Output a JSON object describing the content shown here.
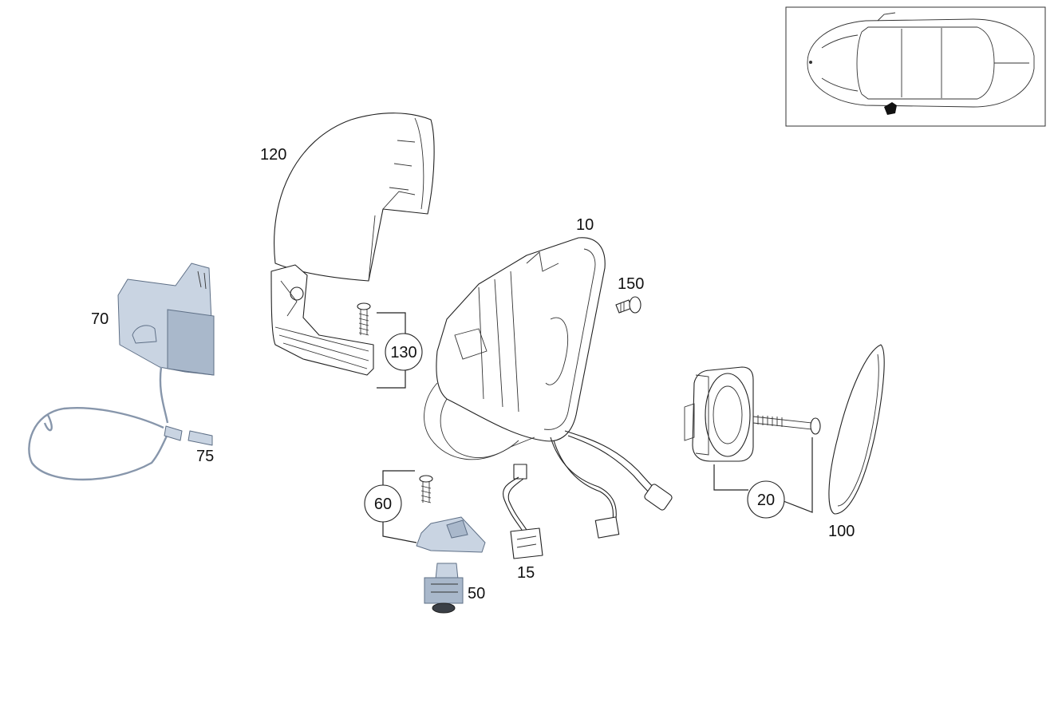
{
  "diagram": {
    "callouts": {
      "p10": "10",
      "p15": "15",
      "p20": "20",
      "p50": "50",
      "p60": "60",
      "p70": "70",
      "p75": "75",
      "p100": "100",
      "p120": "120",
      "p130": "130",
      "p150": "150"
    },
    "colors": {
      "line": "#222222",
      "bracket_fill": "#c9d4e2",
      "camera_fill": "#a9b8cb",
      "background": "#ffffff"
    },
    "locator": {
      "icon": "car-top-view-icon",
      "highlight": "left-side-mirror"
    }
  }
}
